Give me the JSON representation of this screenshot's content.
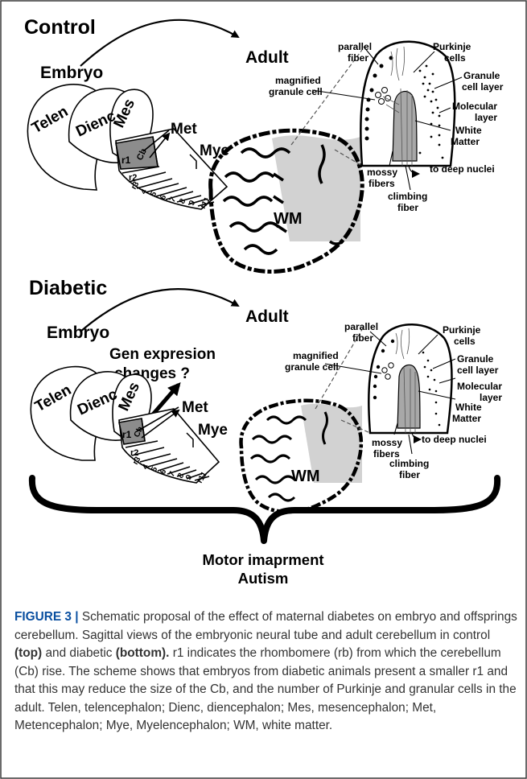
{
  "panels": {
    "control": {
      "title": "Control",
      "embryo": "Embryo",
      "adult": "Adult",
      "wm": "WM"
    },
    "diabetic": {
      "title": "Diabetic",
      "embryo": "Embryo",
      "adult": "Adult",
      "wm": "WM",
      "question": [
        "Gen expresion",
        "changes ?"
      ]
    }
  },
  "embryo_labels": {
    "telen": "Telen",
    "dienc": "Dienc",
    "mes": "Mes",
    "met": "Met",
    "mye": "Mye",
    "cb": "Cb",
    "rhombomeres": [
      "r1",
      "r2",
      "r3",
      "4",
      "5",
      "6",
      "7",
      "8",
      "9",
      "r11"
    ]
  },
  "folium_labels": {
    "parallel_fiber": [
      "parallel",
      "fiber"
    ],
    "purkinje": [
      "Purkinje",
      "cells"
    ],
    "magnified": [
      "magnified",
      "granule cell"
    ],
    "granule_layer": [
      "Granule",
      "cell layer"
    ],
    "molecular": [
      "Molecular",
      "layer"
    ],
    "white_matter": [
      "White",
      "Matter"
    ],
    "mossy": [
      "mossy",
      "fibers"
    ],
    "deep_nuclei": "to deep nuclei",
    "climbing": [
      "climbing",
      "fiber"
    ]
  },
  "outcome": {
    "line1": "Motor imaprment",
    "line2": "Autism"
  },
  "caption": {
    "label": "FIGURE 3 |",
    "text1": " Schematic proposal of the effect of maternal diabetes on embryo and offsprings cerebellum. Sagittal views of the embryonic neural tube and adult cerebellum in control ",
    "top": "(top)",
    "text2": " and diabetic ",
    "bottom": "(bottom).",
    "text3": " r1 indicates the rhombomere (rb) from which the cerebellum (Cb) rise. The scheme shows that embryos from diabetic animals present a smaller r1 and that this may reduce the size of the Cb, and the number of Purkinje and granular cells in the adult. Telen, telencephalon; Dienc, diencephalon; Mes, mesencephalon; Met, Metencephalon; Mye, Myelencephalon; WM, white matter."
  },
  "colors": {
    "border": "#3a3a3a",
    "white_matter_fill": "#d2d2d2",
    "r1_fill": "#8c8c8c",
    "caption_label": "#0a4fa0",
    "caption_text": "#333333"
  }
}
